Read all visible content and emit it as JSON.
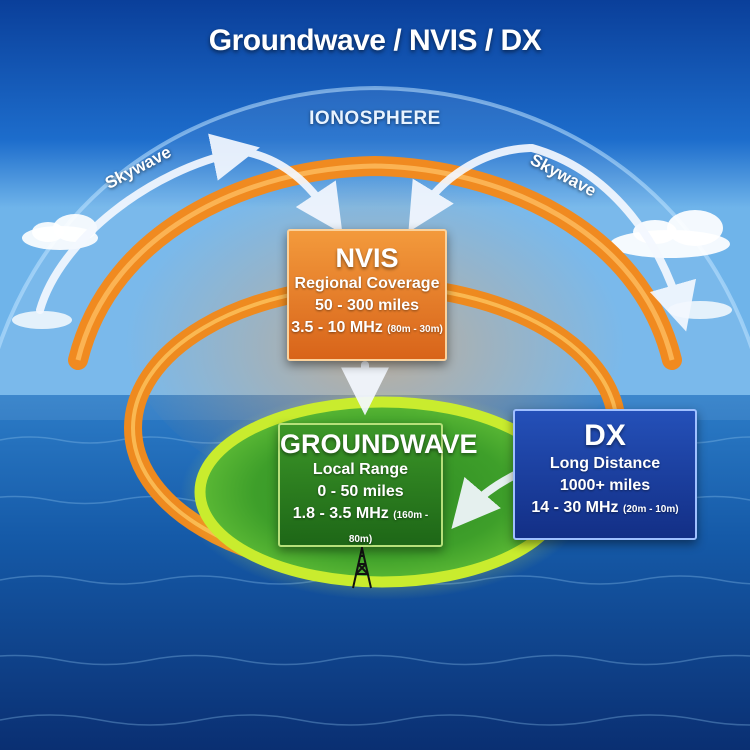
{
  "title": "Groundwave / NVIS / DX",
  "ionosphere_label": "IONOSPHERE",
  "skywave": {
    "left_label": "Skywave",
    "right_label": "Skywave"
  },
  "nvis": {
    "heading": "NVIS",
    "coverage": "Regional Coverage",
    "distance": "50 - 300 miles",
    "frequency": "3.5 - 10 MHz",
    "bands": "(80m - 30m)",
    "color": "#e97a2a"
  },
  "groundwave": {
    "heading": "GROUNDWAVE",
    "coverage": "Local Range",
    "distance": "0 - 50 miles",
    "frequency": "1.8 - 3.5 MHz",
    "bands": "(160m - 80m)",
    "color": "#3f9a2a"
  },
  "dx": {
    "heading": "DX",
    "coverage": "Long Distance",
    "distance": "1000+ miles",
    "frequency": "14 - 30 MHz",
    "bands": "(20m - 10m)",
    "color": "#1c3f9e"
  },
  "icons": {
    "tower": "radio-tower-icon",
    "arrow": "white-arrow-icon",
    "cloud": "cloud-icon"
  }
}
